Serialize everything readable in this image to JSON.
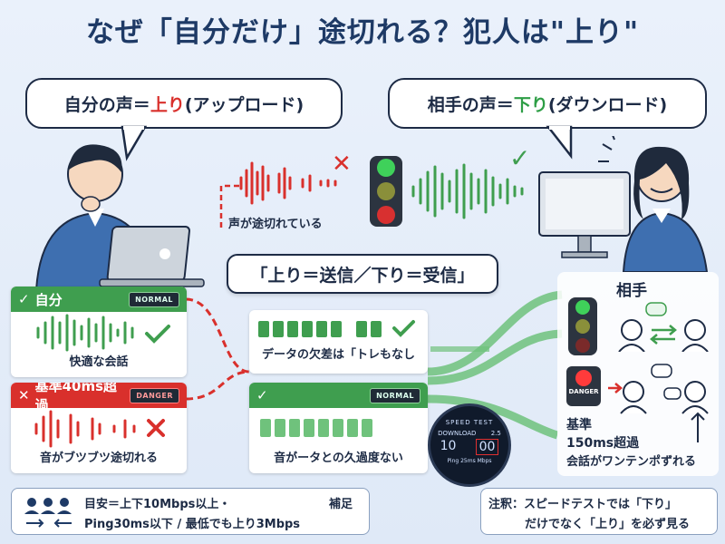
{
  "title": "なぜ「自分だけ」途切れる？犯人は\"上り\"",
  "bubble_left": {
    "prefix": "自分の声＝",
    "highlight": "上り",
    "suffix": " (アップロード)"
  },
  "bubble_right": {
    "prefix": "相手の声＝",
    "highlight": "下り",
    "suffix": " (ダウンロード)"
  },
  "broken_voice_label": "声が途切れている",
  "center_callout": "「上り＝送信／下り＝受信」",
  "self_card": {
    "title": "自分",
    "badge": "NORMAL",
    "caption": "快適な会話"
  },
  "danger_card": {
    "title": "基準40ms超過",
    "badge": "DANGER",
    "caption": "音がブツブツ途切れる"
  },
  "data_card": {
    "caption": "データの欠差は「トレもなし"
  },
  "normal_card": {
    "badge": "NORMAL",
    "caption": "音がータとの久過度ない"
  },
  "speedtest": {
    "title": "SPEED TEST",
    "left_label": "DOWNLOAD",
    "right_label": "2.5",
    "left_value": "10",
    "right_value": "00",
    "sub": "Ping  25ms  Mbps"
  },
  "right_panel": {
    "title": "相手",
    "danger_badge": "DANGER",
    "criteria": "基準",
    "criteria_value": "150ms超過",
    "criteria_caption": "会話がワンテンポずれる"
  },
  "bottom_left": {
    "line1": "目安＝上下10Mbps以上・",
    "line1_right": "補足",
    "line2": "Ping30ms以下 / 最低でも上り3Mbps"
  },
  "bottom_right": {
    "line1": "注釈：スピードテストでは「下り」",
    "line2": "だけでなく「上り」を必ず見る"
  },
  "colors": {
    "up": "#d9302c",
    "down": "#2e9e46",
    "navy": "#1e3a66"
  }
}
